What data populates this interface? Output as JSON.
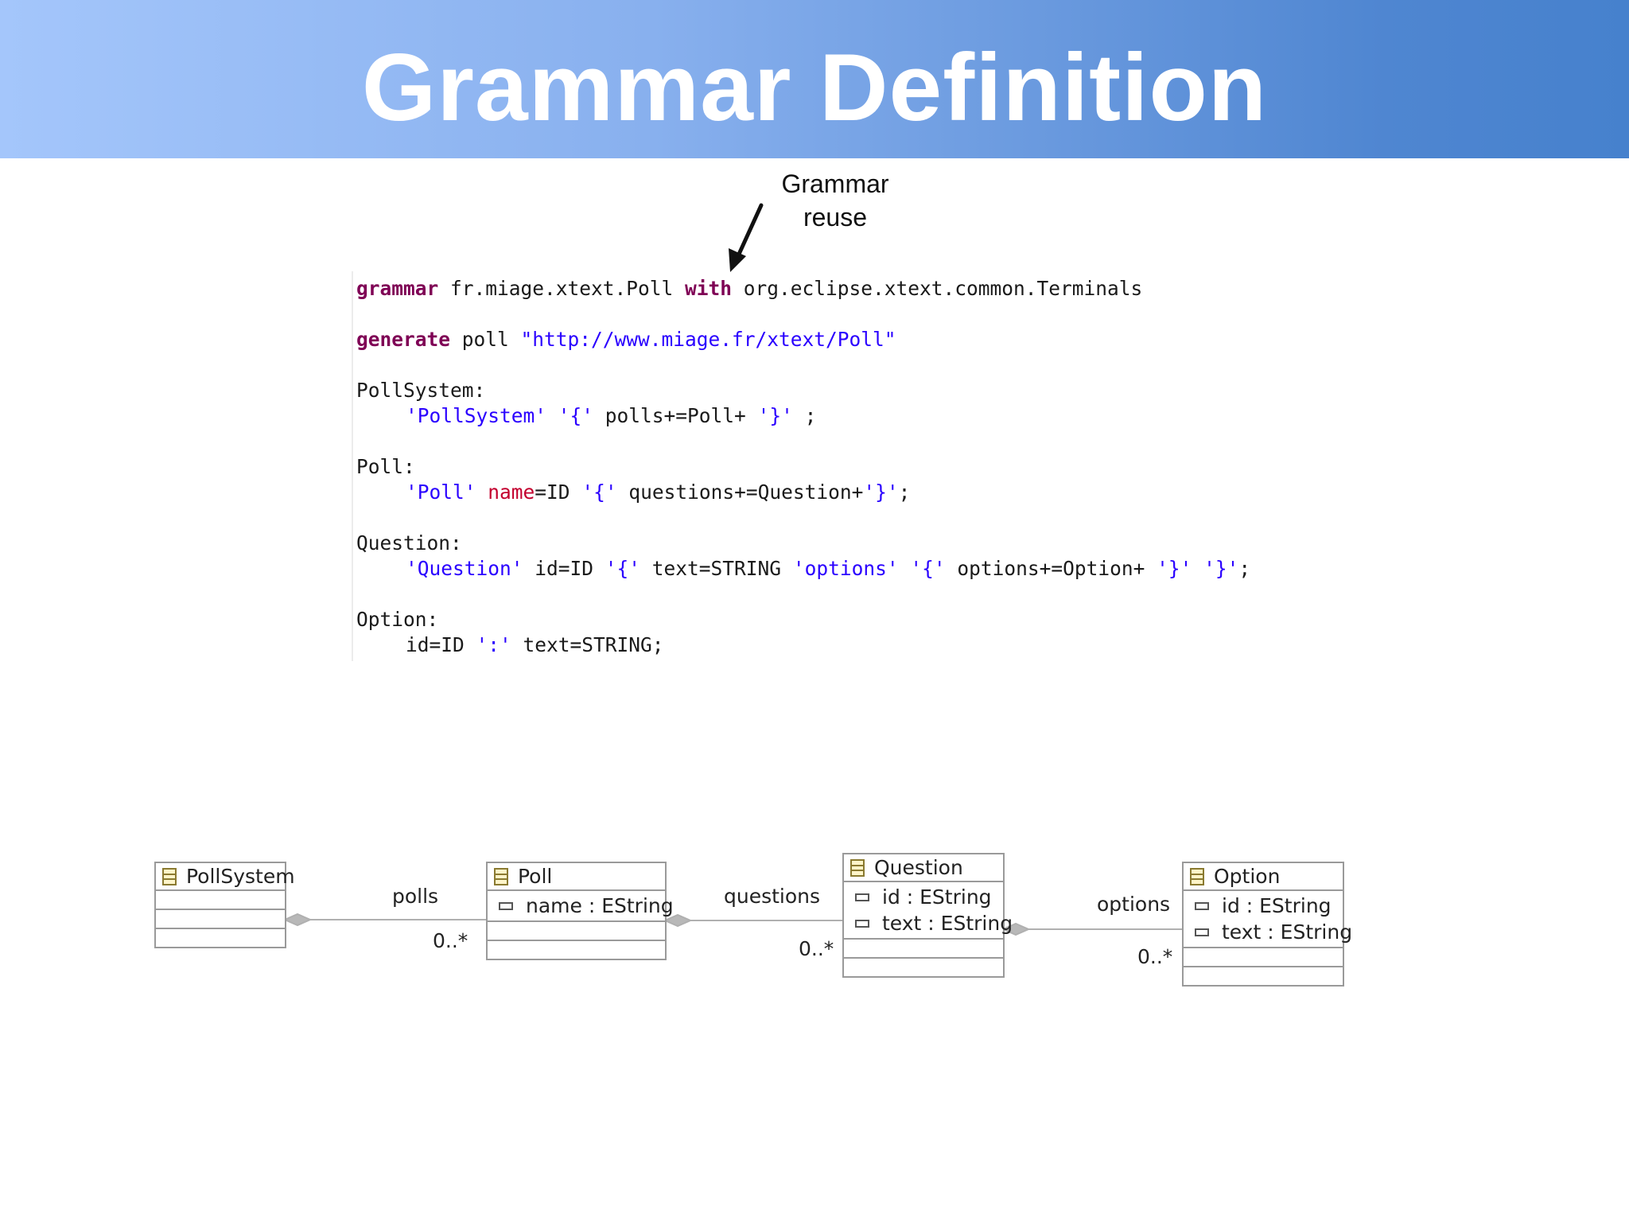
{
  "slide": {
    "title": "Grammar Definition"
  },
  "annotation": {
    "line1": "Grammar",
    "line2": "reuse"
  },
  "code": {
    "l1": {
      "kw": "grammar",
      "name": " fr.miage.xtext.Poll ",
      "with": "with",
      "rest": " org.eclipse.xtext.common.Terminals"
    },
    "l2": {
      "kw": "generate",
      "name": " poll ",
      "uri": "\"http://www.miage.fr/xtext/Poll\""
    },
    "l3": {
      "rule": "PollSystem:"
    },
    "l4": {
      "s1": "'PollSystem'",
      "t1": " ",
      "s2": "'{'",
      "t2": " polls+=Poll+ ",
      "s3": "'}'",
      "t3": " ;"
    },
    "l5": {
      "rule": "Poll:"
    },
    "l6": {
      "s1": "'Poll'",
      "t1": " ",
      "a1": "name",
      "t2": "=ID ",
      "s2": "'{'",
      "t3": " questions+=Question+",
      "s3": "'}'",
      "t4": ";"
    },
    "l7": {
      "rule": "Question:"
    },
    "l8": {
      "s1": "'Question'",
      "t1": " id=ID ",
      "s2": "'{'",
      "t2": " text=STRING ",
      "s3": "'options'",
      "t3": " ",
      "s4": "'{'",
      "t4": " options+=Option+ ",
      "s5": "'}'",
      "t5": " ",
      "s6": "'}'",
      "t6": ";"
    },
    "l9": {
      "rule": "Option:"
    },
    "l10": {
      "t1": "id=ID ",
      "s1": "':'",
      "t2": " text=STRING;"
    }
  },
  "uml": {
    "classes": [
      {
        "name": "PollSystem",
        "attributes": []
      },
      {
        "name": "Poll",
        "attributes": [
          "name : EString"
        ]
      },
      {
        "name": "Question",
        "attributes": [
          "id : EString",
          "text : EString"
        ]
      },
      {
        "name": "Option",
        "attributes": [
          "id : EString",
          "text : EString"
        ]
      }
    ],
    "associations": [
      {
        "role": "polls",
        "multiplicity": "0..*"
      },
      {
        "role": "questions",
        "multiplicity": "0..*"
      },
      {
        "role": "options",
        "multiplicity": "0..*"
      }
    ]
  }
}
